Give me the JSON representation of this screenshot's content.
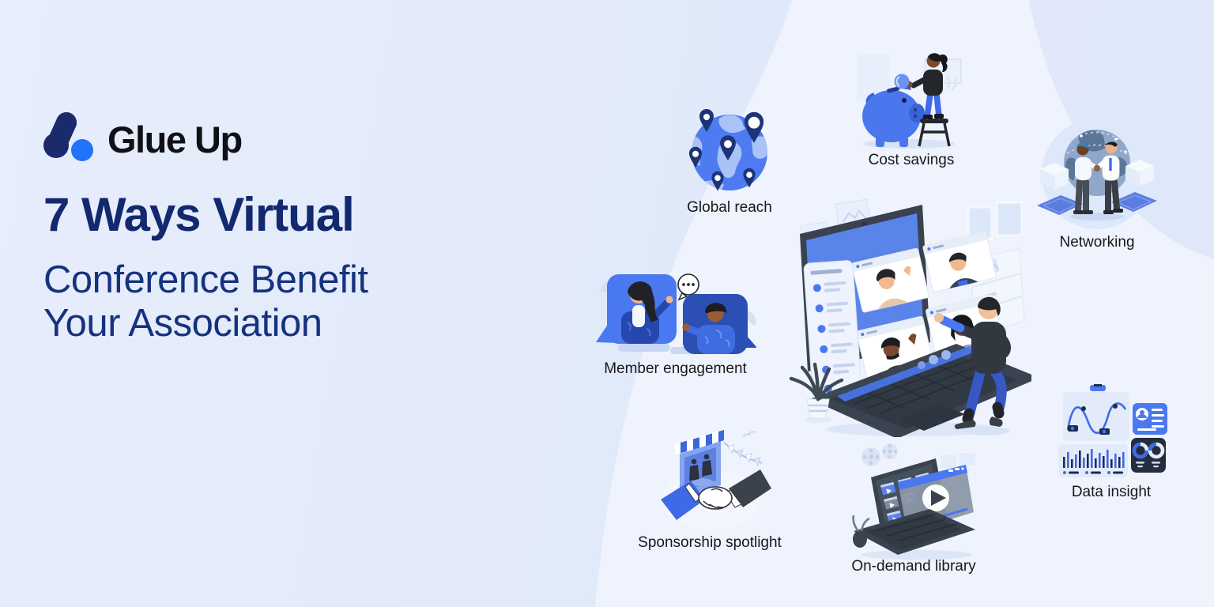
{
  "brand": {
    "name": "Glue Up",
    "logo_icon": "glueup-dots-icon",
    "logo_navy": "#1b2a6b",
    "logo_blue": "#2173fb",
    "text_color": "#101117"
  },
  "title": {
    "line1": "7 Ways Virtual",
    "line2": "Conference Benefit",
    "line3": "Your Association",
    "bold_color": "#13296f",
    "regular_color": "#16327f"
  },
  "benefits": [
    {
      "label": "Global reach",
      "icon": "globe-location-pins-icon"
    },
    {
      "label": "Cost savings",
      "icon": "piggy-bank-savings-icon"
    },
    {
      "label": "Networking",
      "icon": "handshake-globe-icon"
    },
    {
      "label": "Member engagement",
      "icon": "chat-bubbles-people-icon"
    },
    {
      "label": "Sponsorship spotlight",
      "icon": "storefront-handshake-icon"
    },
    {
      "label": "On-demand library",
      "icon": "video-library-laptop-icon"
    },
    {
      "label": "Data insight",
      "icon": "analytics-dashboard-icon"
    }
  ],
  "center_illustration": {
    "icon": "virtual-conference-laptop-icon"
  },
  "colors": {
    "background_left": "#e2eafb",
    "background_blob": "#eef3fd",
    "background_corner": "#dce6f8",
    "illustration_blue": "#4a78f0",
    "illustration_navy": "#1d3577",
    "illustration_dark_slate": "#39424e",
    "label_text": "#17181b"
  }
}
